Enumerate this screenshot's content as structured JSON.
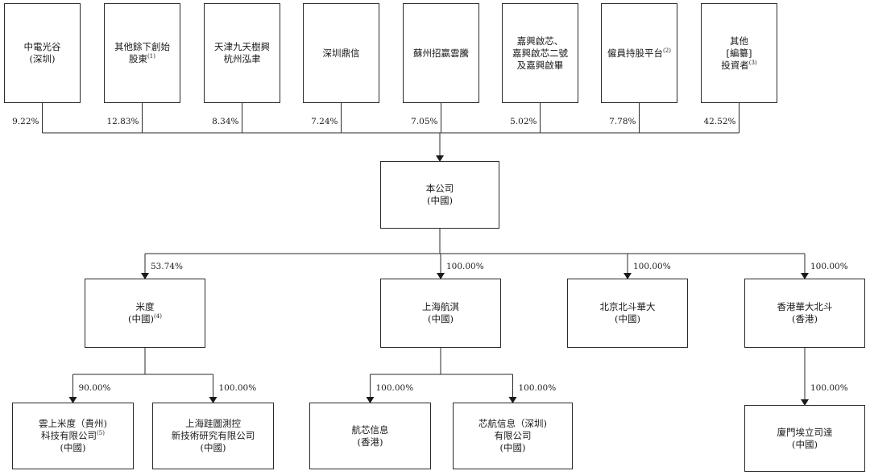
{
  "shareholders": [
    {
      "lines": [
        "中電光谷",
        "(深圳)"
      ],
      "note": "",
      "pct": "9.22%"
    },
    {
      "lines": [
        "其他餘下創始",
        "股東"
      ],
      "note": "(1)",
      "pct": "12.83%"
    },
    {
      "lines": [
        "天津九天樹興",
        "杭州泓聿"
      ],
      "note": "",
      "pct": "8.34%"
    },
    {
      "lines": [
        "深圳鼎信"
      ],
      "note": "",
      "pct": "7.24%"
    },
    {
      "lines": [
        "蘇州招贏雲騰"
      ],
      "note": "",
      "pct": "7.05%"
    },
    {
      "lines": [
        "嘉興啟芯、",
        "嘉興啟芯二號",
        "及嘉興啟畢"
      ],
      "note": "",
      "pct": "5.02%"
    },
    {
      "lines": [
        "僱員持股平台"
      ],
      "note": "(2)",
      "pct": "7.78%"
    },
    {
      "lines": [
        "其他",
        "[編纂]",
        "投資者"
      ],
      "note": "(3)",
      "pct": "42.52%"
    }
  ],
  "company": {
    "lines": [
      "本公司",
      "(中國)"
    ]
  },
  "subsidiaries": [
    {
      "lines": [
        "米度",
        "(中國)"
      ],
      "note": "(4)",
      "pct": "53.74%"
    },
    {
      "lines": [
        "上海航淇",
        "(中國)"
      ],
      "note": "",
      "pct": "100.00%"
    },
    {
      "lines": [
        "北京北斗華大",
        "(中國)"
      ],
      "note": "",
      "pct": "100.00%"
    },
    {
      "lines": [
        "香港華大北斗",
        "(香港)"
      ],
      "note": "",
      "pct": "100.00%"
    }
  ],
  "grandchildren": [
    {
      "parent": 0,
      "lines": [
        "雲上米度（貴州)",
        "科技有限公司",
        "(中國)"
      ],
      "note": "(5)",
      "note_line": 1,
      "pct": "90.00%"
    },
    {
      "parent": 0,
      "lines": [
        "上海跬圖測控",
        "新技術研究有限公司",
        "(中國)"
      ],
      "note": "",
      "pct": "100.00%"
    },
    {
      "parent": 1,
      "lines": [
        "航芯信息",
        "(香港)"
      ],
      "note": "",
      "pct": "100.00%"
    },
    {
      "parent": 1,
      "lines": [
        "芯航信息（深圳)",
        "有限公司",
        "(中國)"
      ],
      "note": "",
      "pct": "100.00%"
    },
    {
      "parent": 3,
      "lines": [
        "廈門埃立司達",
        "(中國)"
      ],
      "note": "",
      "pct": "100.00%"
    }
  ]
}
